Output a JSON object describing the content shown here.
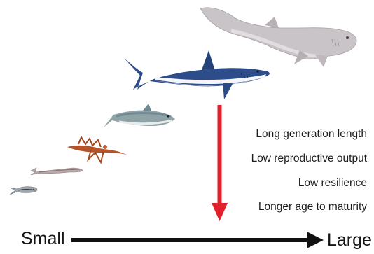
{
  "traits": [
    "Long generation length",
    "Low reproductive output",
    "Low resilience",
    "Longer age to maturity"
  ],
  "axis": {
    "start_label": "Small",
    "end_label": "Large"
  },
  "colors": {
    "down_arrow": "#e2202b",
    "axis_arrow": "#111111"
  },
  "organisms": [
    {
      "name": "bluntnose-sixgill-shark-icon"
    },
    {
      "name": "shortfin-mako-shark-icon"
    },
    {
      "name": "mackerel-icon"
    },
    {
      "name": "leafy-seadragon-icon"
    },
    {
      "name": "needlefish-icon"
    },
    {
      "name": "small-fish-icon"
    }
  ]
}
